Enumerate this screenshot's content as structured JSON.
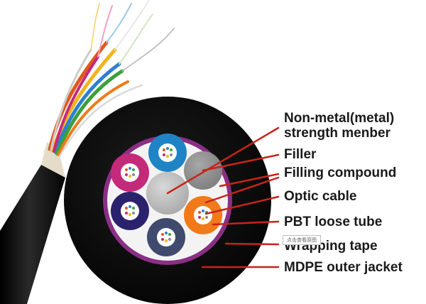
{
  "labels": {
    "strength_member_line1": "Non-metal(metal)",
    "strength_member_line2": "strength menber",
    "filler": "Filler",
    "filling_compound": "Filling compound",
    "optic_cable": "Optic cable",
    "loose_tube": "PBT loose tube",
    "wrapping_tape": "Wrapping tape",
    "outer_jacket": "MDPE outer jacket"
  },
  "watermark": "点击查看原图",
  "colors": {
    "jacket": "#121212",
    "wrapping_tape": "#8b2f86",
    "core_fill": "#f3f3f3",
    "leader_lines": "#c8231c",
    "tube_blue": "#1f84c6",
    "tube_grey_filler": "#9a9a9a",
    "tube_orange": "#f07a1a",
    "tube_slate": "#3f4a6e",
    "tube_navy": "#2b226e",
    "tube_magenta": "#c42a7a",
    "center_member": "#c7c7c7"
  }
}
